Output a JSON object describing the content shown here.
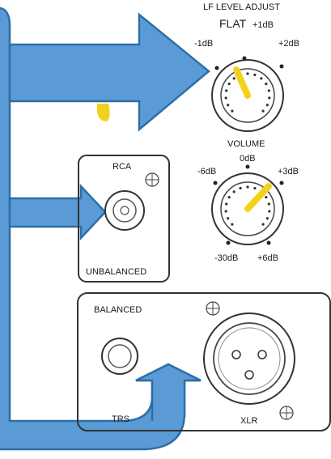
{
  "lf_level": {
    "title": "LF LEVEL ADJUST",
    "flat_label": "FLAT",
    "marks": [
      "-1dB",
      "+1dB",
      "+2dB"
    ]
  },
  "volume": {
    "title": "VOLUME",
    "marks": [
      "0dB",
      "-6dB",
      "+3dB",
      "-30dB",
      "+6dB"
    ]
  },
  "rca_panel": {
    "top_label": "RCA",
    "bottom_label": "UNBALANCED"
  },
  "balanced_panel": {
    "title": "BALANCED",
    "trs_label": "TRS",
    "xlr_label": "XLR"
  },
  "colors": {
    "arrow_fill": "#5b9bd5",
    "arrow_stroke": "#2e6ea6",
    "knob_indicator": "#f2d21b",
    "outline": "#333333"
  }
}
